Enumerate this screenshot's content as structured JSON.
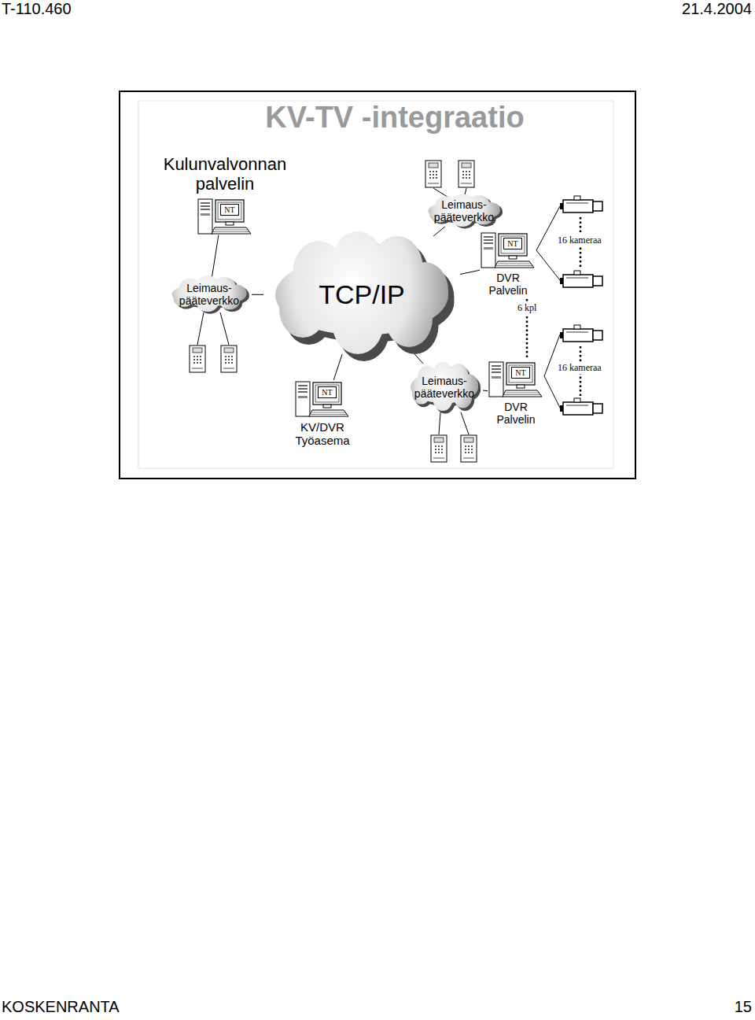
{
  "diagram": {
    "title": "KV-TV -integraatio",
    "nodes": [
      {
        "text": [
          "Kulunvalvonnan palvelin",
          "NT"
        ]
      },
      {
        "text": [
          "Leimaus- pääteverkko"
        ]
      },
      {
        "text": [
          "NT",
          "DVR Palvelin"
        ]
      },
      {
        "text": [
          "Leimaus- pääteverkko"
        ]
      },
      {
        "text": [
          "TCP/IP"
        ]
      },
      {
        "text": [
          "Leimaus- pääteverkko"
        ]
      },
      {
        "text": [
          "NT",
          "DVR Palvelin"
        ]
      },
      {
        "text": [
          "NT",
          "KV/DVR Työasema"
        ]
      }
    ],
    "edges": [
      {
        "from": 0,
        "to": 3,
        "arrow": "none"
      },
      {
        "from": 3,
        "to": 4,
        "arrow": "none"
      },
      {
        "from": 4,
        "to": 1,
        "arrow": "none"
      },
      {
        "from": 4,
        "to": 2,
        "arrow": "none"
      },
      {
        "from": 4,
        "to": 5,
        "arrow": "none"
      },
      {
        "from": 5,
        "to": 6,
        "arrow": "none"
      },
      {
        "from": 4,
        "to": 7,
        "arrow": "none"
      }
    ],
    "labels": [
      "T-110.460",
      "21.4.2004",
      "KOSKENRANTA",
      "15",
      "16 kameraa",
      "6 kpl",
      "16 kameraa"
    ]
  }
}
